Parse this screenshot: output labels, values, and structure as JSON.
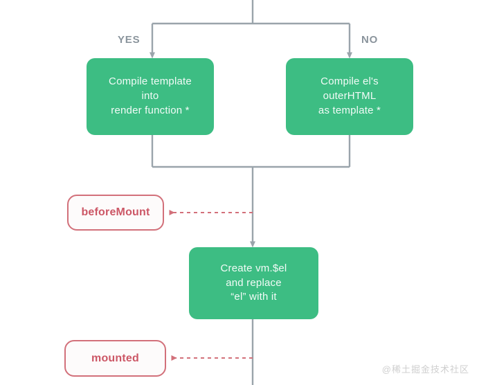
{
  "diagram": {
    "title": "Vue lifecycle diagram fragment",
    "colors": {
      "process_fill": "#3dbd83",
      "process_text": "#f2fbf7",
      "hook_border": "#d2707a",
      "hook_text": "#cc5766",
      "connector": "#9aa4ab",
      "dashed_connector": "#d2707a",
      "background": "#ffffff",
      "branch_label": "#8a949c",
      "watermark": "#cfcfcf"
    },
    "branches": {
      "yes_label": "YES",
      "no_label": "NO"
    },
    "nodes": [
      {
        "id": "compile-template",
        "type": "process",
        "text": "Compile template\ninto\nrender function *"
      },
      {
        "id": "compile-outerhtml",
        "type": "process",
        "text": "Compile el's\nouterHTML\nas template *"
      },
      {
        "id": "before-mount",
        "type": "lifecycle-hook",
        "text": "beforeMount"
      },
      {
        "id": "create-vm-el",
        "type": "process",
        "text": "Create vm.$el\nand replace\n“el” with it"
      },
      {
        "id": "mounted",
        "type": "lifecycle-hook",
        "text": "mounted"
      }
    ],
    "watermark": "@稀土掘金技术社区"
  }
}
